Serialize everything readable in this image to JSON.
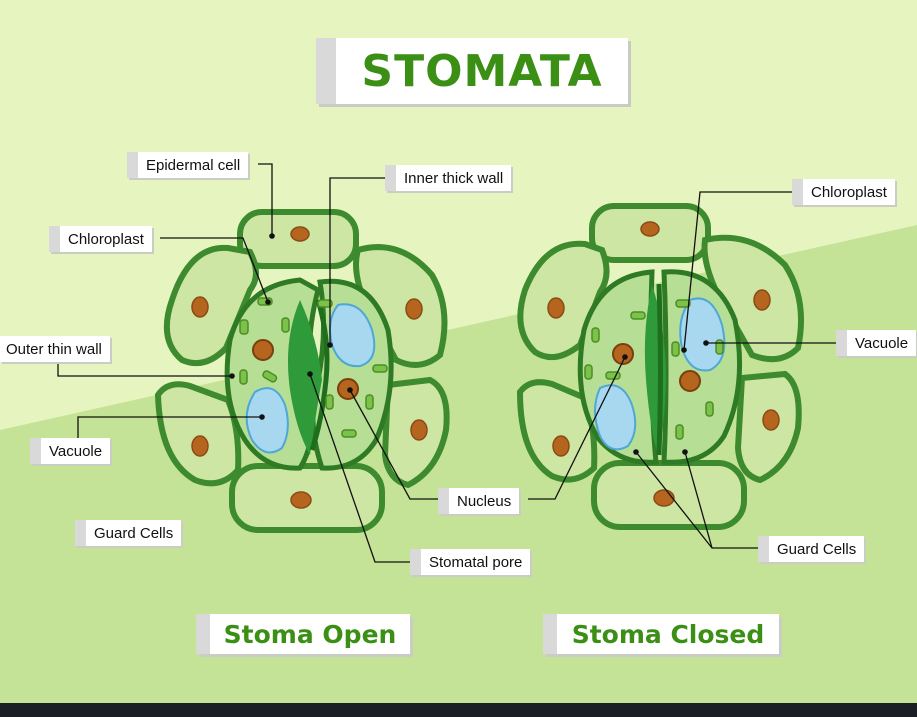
{
  "title": "STOMATA",
  "captions": {
    "open": "Stoma Open",
    "closed": "Stoma Closed"
  },
  "labels": {
    "epidermal_cell": "Epidermal cell",
    "chloroplast_left": "Chloroplast",
    "outer_thin_wall": "Outer thin wall",
    "vacuole_left": "Vacuole",
    "guard_cells_left": "Guard Cells",
    "inner_thick_wall": "Inner thick wall",
    "nucleus": "Nucleus",
    "stomatal_pore": "Stomatal pore",
    "chloroplast_right": "Chloroplast",
    "vacuole_right": "Vacuole",
    "guard_cells_right": "Guard Cells"
  },
  "colors": {
    "background_light": "#e8f6c4",
    "background_mid": "#c8e69c",
    "cell_fill": "#cde6a4",
    "cell_border": "#3d8b2e",
    "guard_fill": "#a9d98a",
    "chloroplast": "#7cc24a",
    "nucleus": "#b5651d",
    "vacuole": "#a8d8f0",
    "title_green": "#3a8f14"
  }
}
